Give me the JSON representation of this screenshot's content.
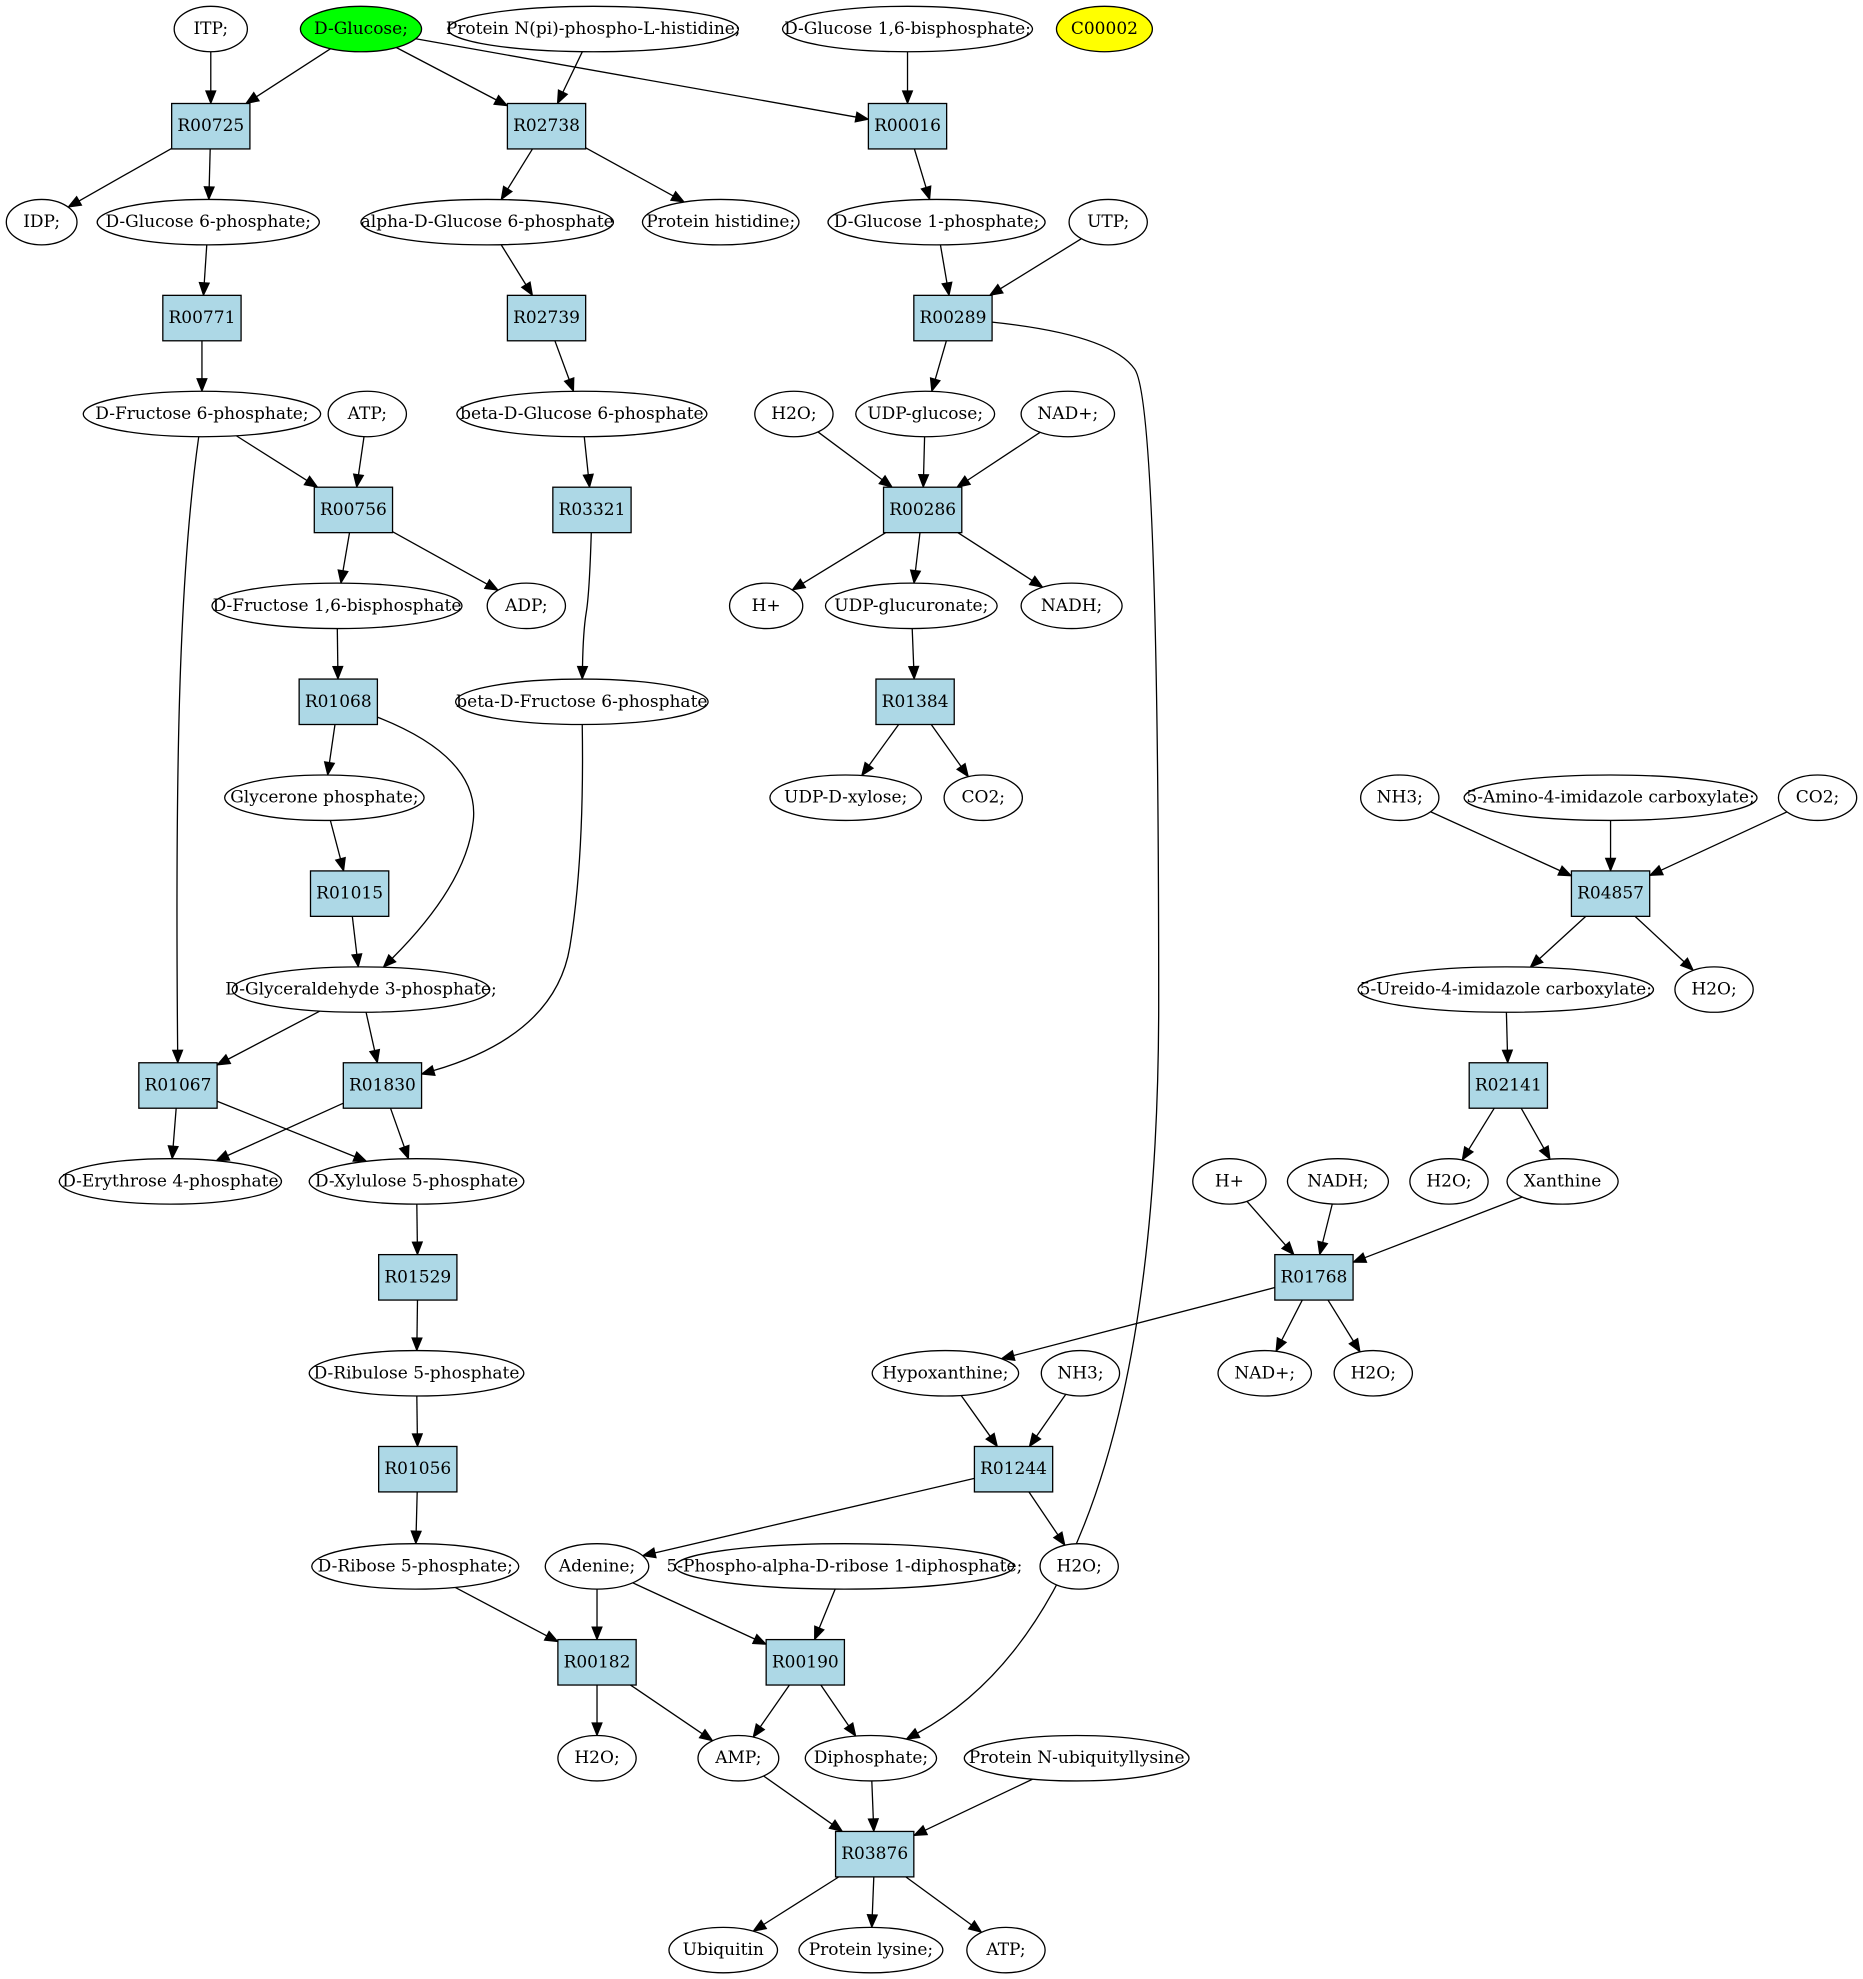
{
  "colors": {
    "reaction_fill": "#add8e6",
    "compound_fill": "#ffffff",
    "query_compound_fill": "#00ff00",
    "highlight_compound_fill": "#ffff00",
    "stroke": "#000000"
  },
  "compounds": {
    "itp": "ITP;",
    "d_glucose": "D-Glucose;",
    "protein_npi": "Protein N(pi)-phospho-L-histidine;",
    "d_glucose_16bp": "D-Glucose 1,6-bisphosphate;",
    "c00002": "C00002",
    "idp": "IDP;",
    "d_glucose_6p": "D-Glucose 6-phosphate;",
    "alpha_d_glucose_6p": "alpha-D-Glucose 6-phosphate",
    "protein_histidine": "Protein histidine;",
    "d_glucose_1p": "D-Glucose 1-phosphate;",
    "utp": "UTP;",
    "d_fructose_6p": "D-Fructose 6-phosphate;",
    "atp_1": "ATP;",
    "beta_d_glucose_6p": "beta-D-Glucose 6-phosphate",
    "h2o_1": "H2O;",
    "udp_glucose": "UDP-glucose;",
    "nad_1": "NAD+;",
    "d_fructose_16bp": "D-Fructose 1,6-bisphosphate",
    "adp": "ADP;",
    "hplus_1": "H+",
    "udp_glucuronate": "UDP-glucuronate;",
    "nadh_1": "NADH;",
    "beta_d_fructose_6p": "beta-D-Fructose 6-phosphate",
    "glycerone_p": "Glycerone phosphate;",
    "udp_d_xylose": "UDP-D-xylose;",
    "co2_1": "CO2;",
    "nh3_1": "NH3;",
    "aica": "5-Amino-4-imidazole carboxylate;",
    "co2_2": "CO2;",
    "d_glyceraldehyde_3p": "D-Glyceraldehyde 3-phosphate;",
    "ureido": "5-Ureido-4-imidazole carboxylate;",
    "h2o_2": "H2O;",
    "d_erythrose_4p": "D-Erythrose 4-phosphate",
    "d_xylulose_5p": "D-Xylulose 5-phosphate",
    "hplus_2": "H+",
    "nadh_2": "NADH;",
    "h2o_3": "H2O;",
    "xanthine": "Xanthine",
    "d_ribulose_5p": "D-Ribulose 5-phosphate",
    "hypoxanthine": "Hypoxanthine;",
    "nh3_2": "NH3;",
    "nad_2": "NAD+;",
    "h2o_4": "H2O;",
    "d_ribose_5p": "D-Ribose 5-phosphate;",
    "adenine": "Adenine;",
    "prpp": "5-Phospho-alpha-D-ribose 1-diphosphate;",
    "h2o_5": "H2O;",
    "h2o_6": "H2O;",
    "amp": "AMP;",
    "diphosphate": "Diphosphate;",
    "protein_ubiquityllysine": "Protein N-ubiquityllysine",
    "ubiquitin": "Ubiquitin",
    "protein_lysine": "Protein lysine;",
    "atp_2": "ATP;"
  },
  "reactions": {
    "r00725": "R00725",
    "r02738": "R02738",
    "r00016": "R00016",
    "r00771": "R00771",
    "r02739": "R02739",
    "r00289": "R00289",
    "r00756": "R00756",
    "r03321": "R03321",
    "r00286": "R00286",
    "r01068": "R01068",
    "r01384": "R01384",
    "r04857": "R04857",
    "r01015": "R01015",
    "r01067": "R01067",
    "r01830": "R01830",
    "r02141": "R02141",
    "r01529": "R01529",
    "r01768": "R01768",
    "r01056": "R01056",
    "r01244": "R01244",
    "r00182": "R00182",
    "r00190": "R00190",
    "r03876": "R03876"
  }
}
